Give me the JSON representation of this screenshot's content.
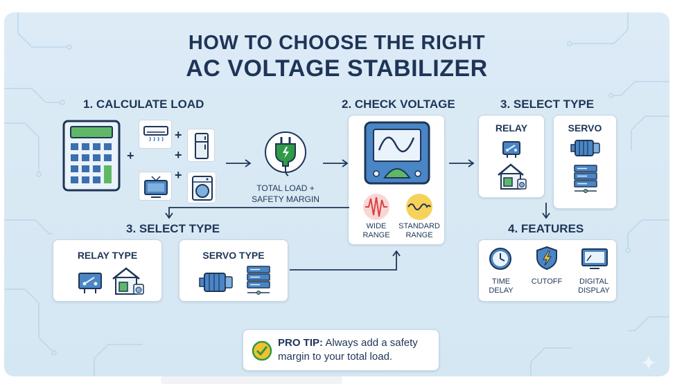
{
  "title": {
    "line1": "HOW TO CHOOSE THE RIGHT",
    "line2": "AC VOLTAGE STABILIZER"
  },
  "steps": {
    "calculate": {
      "heading": "1. CALCULATE LOAD",
      "result_line1": "TOTAL LOAD +",
      "result_line2": "SAFETY MARGIN",
      "operators": [
        "+",
        "+",
        "+",
        "+"
      ]
    },
    "check": {
      "heading": "2. CHECK VOLTAGE",
      "wide_line1": "WIDE",
      "wide_line2": "RANGE",
      "standard_line1": "STANDARD",
      "standard_line2": "RANGE"
    },
    "select_right": {
      "heading": "3. SELECT TYPE",
      "relay": "RELAY",
      "servo": "SERVO"
    },
    "select_left": {
      "heading": "3. SELECT TYPE",
      "relay": "RELAY TYPE",
      "servo": "SERVO TYPE"
    },
    "features": {
      "heading": "4. FEATURES",
      "time_line1": "TIME",
      "time_line2": "DELAY",
      "cutoff": "CUTOFF",
      "display_line1": "DIGITAL",
      "display_line2": "DISPLAY"
    }
  },
  "pro_tip": {
    "label": "PRO TIP:",
    "text_line1": "Always add a safety",
    "text_line2": "margin to your total load."
  },
  "icons": [
    "calculator-icon",
    "air-conditioner-icon",
    "refrigerator-icon",
    "television-icon",
    "washing-machine-icon",
    "plug-icon",
    "voltmeter-icon",
    "wide-wave-icon",
    "standard-wave-icon",
    "relay-icon",
    "house-icon",
    "motor-icon",
    "server-icon",
    "clock-icon",
    "shield-bolt-icon",
    "monitor-icon",
    "check-icon"
  ],
  "colors": {
    "navy": "#1e3557",
    "blue": "#4a86c5",
    "green": "#2f9a47",
    "red": "#d9413f",
    "yellow": "#f2c12e",
    "background": "#d8e9f5"
  }
}
